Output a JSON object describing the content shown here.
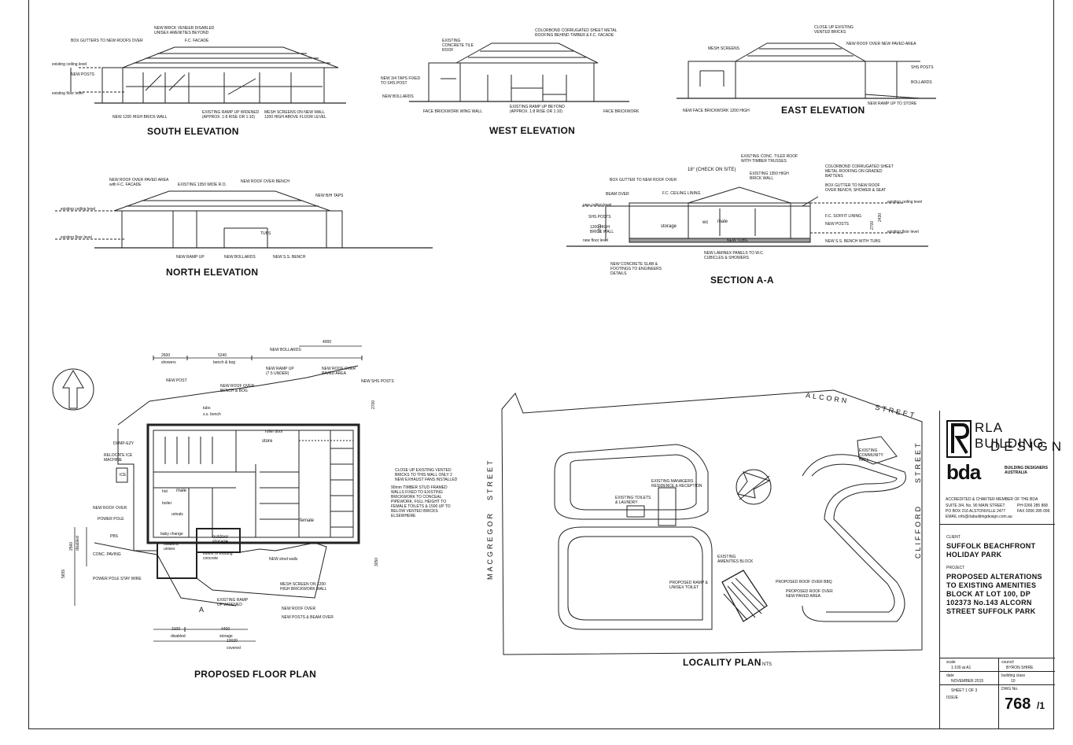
{
  "titles": {
    "south": "SOUTH ELEVATION",
    "west": "WEST ELEVATION",
    "east": "EAST ELEVATION",
    "north": "NORTH ELEVATION",
    "section": "SECTION A-A",
    "floor": "PROPOSED FLOOR PLAN",
    "locality": "LOCALITY PLAN",
    "locality_scale": "NTS"
  },
  "south_notes": {
    "n1": "NEW BRICK VENEER DISABLED UNISEX AMENITIES BEYOND",
    "n2": "BOX GUTTERS TO NEW ROOFS OVER",
    "n3": "F.C. FACADE",
    "n4": "existing ceiling level",
    "n5": "NEW POSTS",
    "n6": "existing floor level",
    "n7": "NEW 1200 HIGH BRICK WALL",
    "n8": "EXISTING RAMP UP WIDENED (APPROX. 1:8 RISE OR 1:10)",
    "n9": "MESH SCREENS ON NEW WALL 1200 HIGH ABOVE FLOOR LEVEL"
  },
  "west_notes": {
    "n1": "EXISTING CONCRETE TILE ROOF",
    "n2": "COLORBOND CORRUGATED SHEET METAL ROOFING BEHIND TIMBER & F.C. FACADE",
    "n3": "NEW 3/4 TAPS FIXED TO SHS POST",
    "n4": "NEW BOLLARDS",
    "n5": "FACE BRICKWORK WING WALL",
    "n6": "EXISTING RAMP UP BEYOND (APPROX. 1:8 RISE OR 1:10)",
    "n7": "FACE BRICKWORK"
  },
  "east_notes": {
    "n1": "CLOSE UP EXISTING VENTED BRICKS",
    "n2": "MESH SCREENS",
    "n3": "NEW ROOF OVER NEW PAVED AREA",
    "n4": "SHS POSTS",
    "n5": "BOLLARDS",
    "n6": "NEW FACE BRICKWORK 1200 HIGH",
    "n7": "NEW RAMP UP TO STORE"
  },
  "north_notes": {
    "n1": "NEW ROOF OVER PAVED AREA with F.C. FACADE",
    "n2": "EXISTING 1350 WIDE R.O.",
    "n3": "NEW ROOF OVER BENCH",
    "n4": "NEW B/H TAPS",
    "n5": "existing ceiling level",
    "n6": "existing floor level",
    "n7": "NEW RAMP UP",
    "n8": "NEW BOLLARDS",
    "n9": "NEW S.S. BENCH",
    "n10": "TUBS"
  },
  "section_notes": {
    "n1": "EXISTING CONC. TILED ROOF WITH TIMBER TRUSSES",
    "n2": "18° (CHECK ON SITE)",
    "n3": "EXISTING 1350 HIGH BRICK WALL",
    "n4": "COLORBOND CORRUGATED SHEET METAL ROOFING ON GRADED BATTENS",
    "n5": "BOX GUTTER TO NEW ROOF OVER",
    "n6": "BEAM OVER",
    "n7": "F.C. CEILING LINING",
    "n8": "BOX GUTTER TO NEW ROOF OVER BENCH, SHOWER & SEAT",
    "n9": "existing ceiling level",
    "n10": "new ceiling level",
    "n11": "SHS POSTS",
    "n12": "1200 HIGH BRICK WALL",
    "n13": "new floor level",
    "n14": "F.C. SOFFIT LINING",
    "n15": "NEW POSTS",
    "n16": "existing floor level",
    "n17": "NEW S.S. BENCH WITH TUBS",
    "n18": "NEW TUBS",
    "n19": "NEW LAMINEX PANELS TO W.C. CUBICLES & SHOWERS",
    "n20": "NEW CONCRETE SLAB & FOOTINGS TO ENGINEERS DETAILS",
    "room1": "storage",
    "room2": "male",
    "room3": "wc",
    "dim1": "2700",
    "dim2": "2430",
    "dim3": "2700"
  },
  "floor_notes": {
    "d1": "2600",
    "d1b": "showers",
    "d2": "5240",
    "d2b": "bench & bog",
    "d3": "4000",
    "d4": "2700",
    "d5": "3100",
    "d5b": "disabled",
    "d6": "4400",
    "d6b": "storage",
    "d7": "13020",
    "d7b": "covered",
    "d8": "2560",
    "d8b": "disabled",
    "d9": "5655",
    "d10": "3050",
    "n1": "NEW BOLLARDS",
    "n2": "NEW RAMP UP (7.5 UNDER)",
    "n3": "NEW ROOF OVER PAVED AREA",
    "n4": "NEW SHS POSTS",
    "n5": "NEW POST",
    "n6": "NEW ROOF OVER BENCH & BOG",
    "n7": "DUMP-EZY",
    "n8": "RELOCATE ICE MACHINE",
    "n9": "ICE",
    "n10": "NEW ROOF OVER",
    "n11": "POWER POLE",
    "n12": "PBS",
    "n13": "CONC. PAVING",
    "n14": "POWER POLE STAY WIRE",
    "n15": "CLOSE UP EXISTING VENTED BRICKS TO THIS WALL ONLY 2 NEW EXHAUST FANS INSTALLED",
    "n16": "90mm TIMBER STUD FRAMED WALLS FIXED TO EXISTING BRICKWORK TO CONCEAL PIPEWORK. FULL HEIGHT TO FEMALE TOILETS & 1500 UP TO BELOW VENTED BRICKS ELSEWHERE",
    "n17": "MESH SCREEN ON 1200 HIGH BRICKWORK WALL",
    "n18": "NEW ROOF OVER",
    "n19": "NEW POSTS & BEAM OVER",
    "n20": "EXISTING RAMP UP WIDENED",
    "n21": "NEW shed walls",
    "n22": "extent of existing concrete",
    "r1": "store",
    "r2": "male",
    "r3": "female",
    "r4": "outdoor storage",
    "r5": "baby change",
    "r6": "disabled unisex",
    "r7": "boiler",
    "r8": "hot",
    "r9": "urinals",
    "r10": "roller door",
    "r11": "tubs",
    "r12": "s.s. bench",
    "sec_a": "A"
  },
  "locality_notes": {
    "s1": "ALCORN",
    "s2": "STREET",
    "s3": "MACGREGOR",
    "s4": "STREET",
    "s5": "CLIFFORD",
    "s6": "STREET",
    "n1": "EXISTING COMMUNITY HALL",
    "n2": "EXISTING MANAGERS RESIDENCE & RECEPTION",
    "n3": "EXISTING TOILETS & LAUNDRY",
    "n4": "EXISTING AMENITIES BLOCK",
    "n5": "PROPOSED RAMP & UNISEX TOILET",
    "n6": "PROPOSED ROOF OVER BBQ",
    "n7": "PROPOSED ROOF OVER NEW PAVED AREA"
  },
  "title_block": {
    "firm_line1": "RLA BUILDING",
    "firm_line2": "DESIGN",
    "bda": "bda",
    "bda_sub": "BUILDING DESIGNERS AUSTRALIA",
    "accredited": "ACCREDITED & CHARTER MEMBER OF THE BDA",
    "addr1": "SUITE 3/4, No. 90 MAIN STREET",
    "addr2": "PO BOX 216 ALSTONVILLE 2477",
    "addr3": "EMAIL  info@rlabuildingdesign.com.au",
    "ph": "PH 0266 285 868",
    "fax": "FAX 0266 285 099",
    "client_label": "CLIENT",
    "client": "SUFFOLK BEACHFRONT HOLIDAY PARK",
    "project_label": "PROJECT",
    "project": "PROPOSED ALTERATIONS TO EXISTING AMENITIES BLOCK AT LOT 100, DP 102373 No.143 ALCORN STREET SUFFOLK PARK",
    "scale_label": "scale",
    "scale": "1:100 at A1",
    "council_label": "council",
    "council": "BYRON SHIRE",
    "date_label": "date",
    "date": "NOVEMBER 2015",
    "class_label": "building class",
    "class": "10",
    "sheet": "SHEET 1 OF 3",
    "dwg_label": "DWG No.",
    "issue_label": "ISSUE",
    "dwg_no": "768",
    "dwg_suffix": "/1"
  }
}
